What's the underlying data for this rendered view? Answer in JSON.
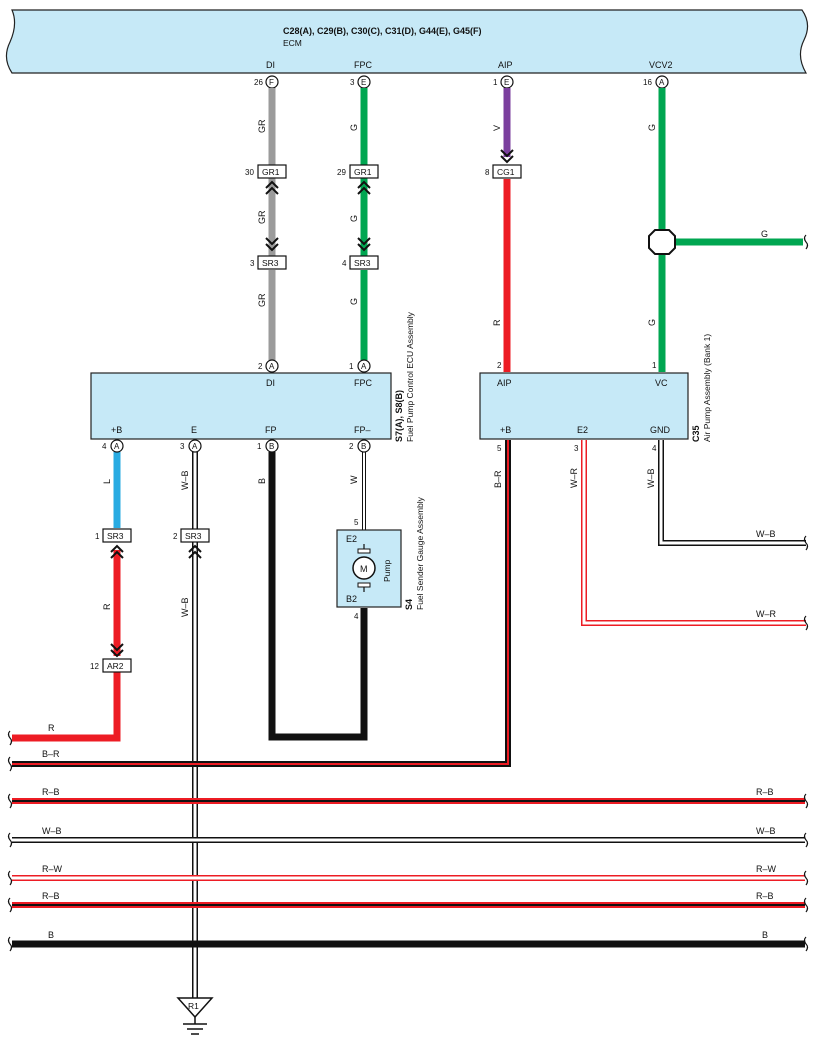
{
  "colors": {
    "G": "#00a651",
    "GR": "#9b9b9b",
    "V": "#7b3f9e",
    "R": "#ed1c24",
    "L": "#29abe2",
    "B": "#111111",
    "box_fill": "#c6e9f7",
    "box_stroke": "#222222"
  },
  "ecm": {
    "codes": "C28(A), C29(B), C30(C), C31(D), G44(E), G45(F)",
    "name": "ECM",
    "pins": [
      {
        "name": "DI",
        "num": "26",
        "conn": "F"
      },
      {
        "name": "FPC",
        "num": "3",
        "conn": "E"
      },
      {
        "name": "AIP",
        "num": "1",
        "conn": "E"
      },
      {
        "name": "VCV2",
        "num": "16",
        "conn": "A"
      }
    ]
  },
  "fpc_ecu": {
    "code": "S7(A), S8(B)",
    "name": "Fuel Pump Control ECU Assembly",
    "top_pins": [
      {
        "name": "DI",
        "num": "2",
        "conn": "A"
      },
      {
        "name": "FPC",
        "num": "1",
        "conn": "A"
      }
    ],
    "bottom_pins": [
      {
        "name": "+B",
        "num": "4",
        "conn": "A"
      },
      {
        "name": "E",
        "num": "3",
        "conn": "A"
      },
      {
        "name": "FP",
        "num": "1",
        "conn": "B"
      },
      {
        "name": "FP–",
        "num": "2",
        "conn": "B"
      }
    ]
  },
  "air_pump": {
    "code": "C35",
    "name": "Air Pump Assembly (Bank 1)",
    "top_pins": [
      {
        "name": "AIP",
        "num": "2"
      },
      {
        "name": "VC",
        "num": "1"
      }
    ],
    "bottom_pins": [
      {
        "name": "+B",
        "num": "5"
      },
      {
        "name": "E2",
        "num": "3"
      },
      {
        "name": "GND",
        "num": "4"
      }
    ]
  },
  "fuel_sender": {
    "code": "S4",
    "name": "Fuel Sender Gauge Assembly",
    "top_pin": "E2",
    "top_num": "5",
    "bottom_pin": "B2",
    "bottom_num": "4",
    "motor": "M",
    "label": "Pump"
  },
  "junctions": [
    {
      "num": "30",
      "id": "GR1"
    },
    {
      "num": "29",
      "id": "GR1"
    },
    {
      "num": "8",
      "id": "CG1"
    },
    {
      "num": "3",
      "id": "SR3"
    },
    {
      "num": "4",
      "id": "SR3"
    },
    {
      "num": "1",
      "id": "SR3"
    },
    {
      "num": "2",
      "id": "SR3"
    },
    {
      "num": "12",
      "id": "AR2"
    }
  ],
  "wire_labels": {
    "di_1": "GR",
    "di_2": "GR",
    "di_3": "GR",
    "fpc_1": "G",
    "fpc_2": "G",
    "fpc_3": "G",
    "aip_1": "V",
    "aip_2": "R",
    "vcv_1": "G",
    "vcv_2": "G",
    "vcv_branch": "G",
    "plusb_1": "L",
    "plusb_2": "R",
    "e_1": "W–B",
    "e_2": "W–B",
    "fp_1": "B",
    "fpm_1": "W",
    "ap_plusb": "B–R",
    "ap_e2": "W–R",
    "ap_gnd": "W–B",
    "ap_gnd_right": "W–B",
    "ap_e2_right": "W–R"
  },
  "bus_lines": [
    {
      "left": "R",
      "right": ""
    },
    {
      "left": "B–R",
      "right": ""
    },
    {
      "left": "R–B",
      "right": "R–B"
    },
    {
      "left": "W–B",
      "right": "W–B"
    },
    {
      "left": "R–W",
      "right": "R–W"
    },
    {
      "left": "R–B",
      "right": "R–B"
    },
    {
      "left": "B",
      "right": "B"
    }
  ],
  "ground": {
    "id": "R1"
  }
}
